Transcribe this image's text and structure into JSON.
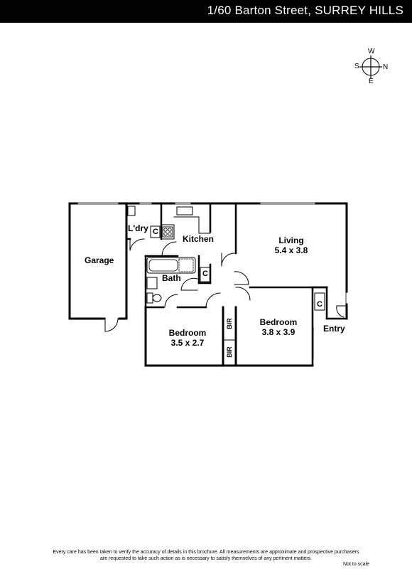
{
  "header": {
    "title": "1/60 Barton Street, SURREY HILLS"
  },
  "compass": {
    "west": "W",
    "south": "S",
    "north": "N",
    "east": "E"
  },
  "rooms": {
    "laundry": {
      "name": "L'dry"
    },
    "kitchen": {
      "name": "Kitchen"
    },
    "living": {
      "name": "Living",
      "size": "5.4 x 3.8"
    },
    "garage": {
      "name": "Garage"
    },
    "bath": {
      "name": "Bath"
    },
    "bedroom1": {
      "name": "Bedroom",
      "size": "3.8 x 3.9"
    },
    "bedroom2": {
      "name": "Bedroom",
      "size": "3.5 x 2.7"
    },
    "entry": {
      "name": "Entry"
    }
  },
  "labels": {
    "closet": "C",
    "bir": "BIR"
  },
  "footer": {
    "line1": "Every care has been taken to verify the accuracy of details in this brochure.  All measurements are approximate and prospective purchasers",
    "line2": "are requested to take such action as is necessary to satisfy themselves of any pertinent matters.",
    "not_to_scale": "Not to scale"
  }
}
